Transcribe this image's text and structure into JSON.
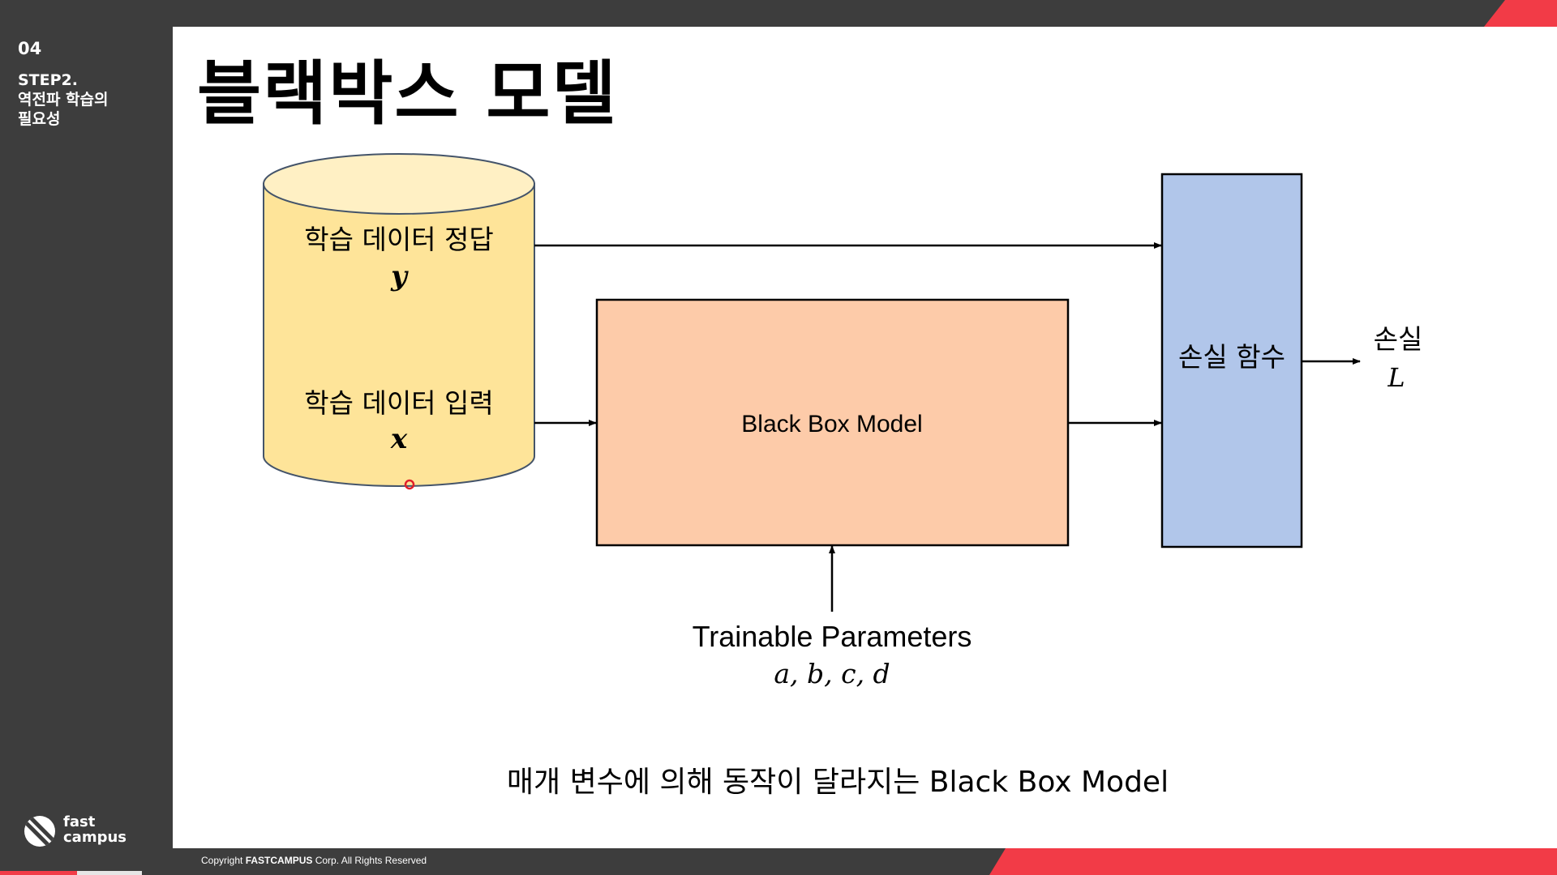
{
  "sidebar": {
    "section_number": "04",
    "section_title_lines": [
      "STEP2.",
      "역전파 학습의",
      "필요성"
    ],
    "logo_line1": "fast",
    "logo_line2": "campus"
  },
  "slide": {
    "title": "블랙박스 모델",
    "caption": "매개 변수에 의해 동작이 달라지는 Black Box Model"
  },
  "diagram": {
    "database_label_y": "학습 데이터 정답",
    "database_var_y": "y",
    "database_label_x": "학습 데이터 입력",
    "database_var_x": "x",
    "model_label": "Black Box Model",
    "params_label": "Trainable Parameters",
    "params_vars": "a, b, c, d",
    "loss_fn_label": "손실 함수",
    "loss_label": "손실",
    "loss_var": "L"
  },
  "footer": {
    "copyright_prefix": "Copyright ",
    "copyright_brand": "FASTCAMPUS",
    "copyright_suffix": " Corp. All Rights Reserved"
  },
  "colors": {
    "sidebar_bg": "#3d3d3d",
    "accent_red": "#f23b47",
    "cylinder_fill": "#fee499",
    "cylinder_top": "#fff0c4",
    "model_fill": "#fdcba9",
    "loss_fill": "#b1c6ea"
  }
}
